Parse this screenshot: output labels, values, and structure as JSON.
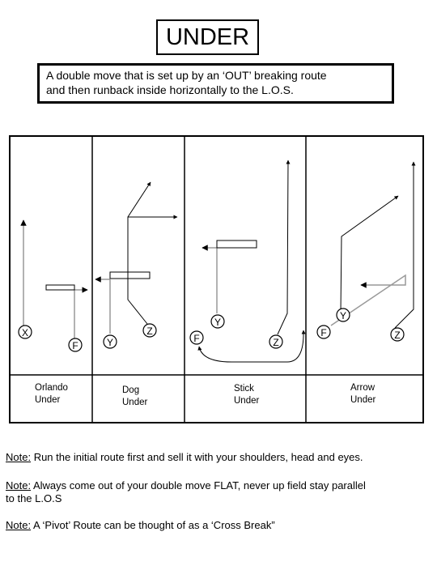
{
  "title": "UNDER",
  "description_line1": "A double move that is set up by an ‘OUT’ breaking route",
  "description_line2": "and then runback inside horizontally to the L.O.S.",
  "plays": [
    {
      "caption_line1": "Orlando",
      "caption_line2": "Under",
      "players": [
        "X",
        "F"
      ]
    },
    {
      "caption_line1": "Dog",
      "caption_line2": "Under",
      "players": [
        "Y",
        "Z"
      ]
    },
    {
      "caption_line1": "Stick",
      "caption_line2": "Under",
      "players": [
        "F",
        "Y",
        "Z"
      ]
    },
    {
      "caption_line1": "Arrow",
      "caption_line2": "Under",
      "players": [
        "F",
        "Y",
        "Z"
      ]
    }
  ],
  "notes": [
    {
      "label": "Note:",
      "text": " Run the initial route first and sell it with your shoulders, head and eyes."
    },
    {
      "label": "Note:",
      "text": " Always come out of your double move FLAT, never up field stay parallel",
      "text2": "to the L.O.S"
    },
    {
      "label": "Note:",
      "text": " A ‘Pivot’ Route can be thought of as a ‘Cross Break”"
    }
  ]
}
